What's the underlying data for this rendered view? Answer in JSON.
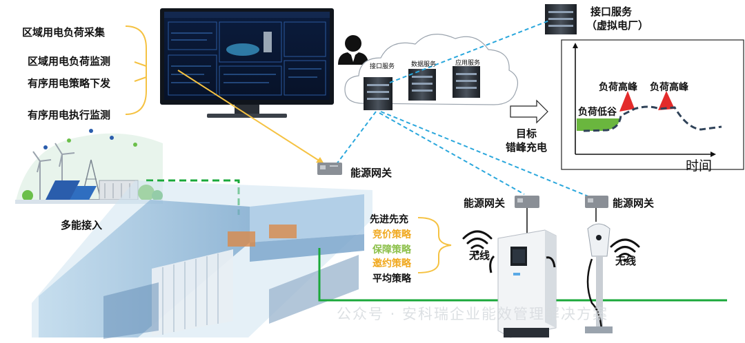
{
  "left_labels": [
    "区域用电负荷采集",
    "区域用电负荷监测",
    "有序用电策略下发",
    "有序用电执行监测"
  ],
  "multi_access": "多能接入",
  "gateway": "能源网关",
  "interface_service": {
    "line1": "接口服务",
    "line2": "（虚拟电厂）"
  },
  "cloud_services": [
    "接口服务",
    "数据服务",
    "应用服务"
  ],
  "target": {
    "line1": "目标",
    "line2": "错峰充电"
  },
  "load_chart": {
    "peak1": "负荷高峰",
    "peak2": "负荷高峰",
    "valley": "负荷低谷",
    "xlabel": "时间"
  },
  "policies": [
    {
      "label": "先进先充",
      "color": "#111111"
    },
    {
      "label": "竞价策略",
      "color": "#f0a81e"
    },
    {
      "label": "保障策略",
      "color": "#8cc04a"
    },
    {
      "label": "邀约策略",
      "color": "#f0a81e"
    },
    {
      "label": "平均策略",
      "color": "#111111"
    }
  ],
  "wireless": "无线",
  "watermark": "公众号 · 安科瑞企业能效管理解决方案",
  "colors": {
    "yellow_line": "#f5c242",
    "cyan_dash": "#2aa7dc",
    "green_line": "#1aa83a",
    "chart_line": "#2f4258",
    "valley_fill": "#6ab63e",
    "peak_fill": "#e32b2b"
  }
}
